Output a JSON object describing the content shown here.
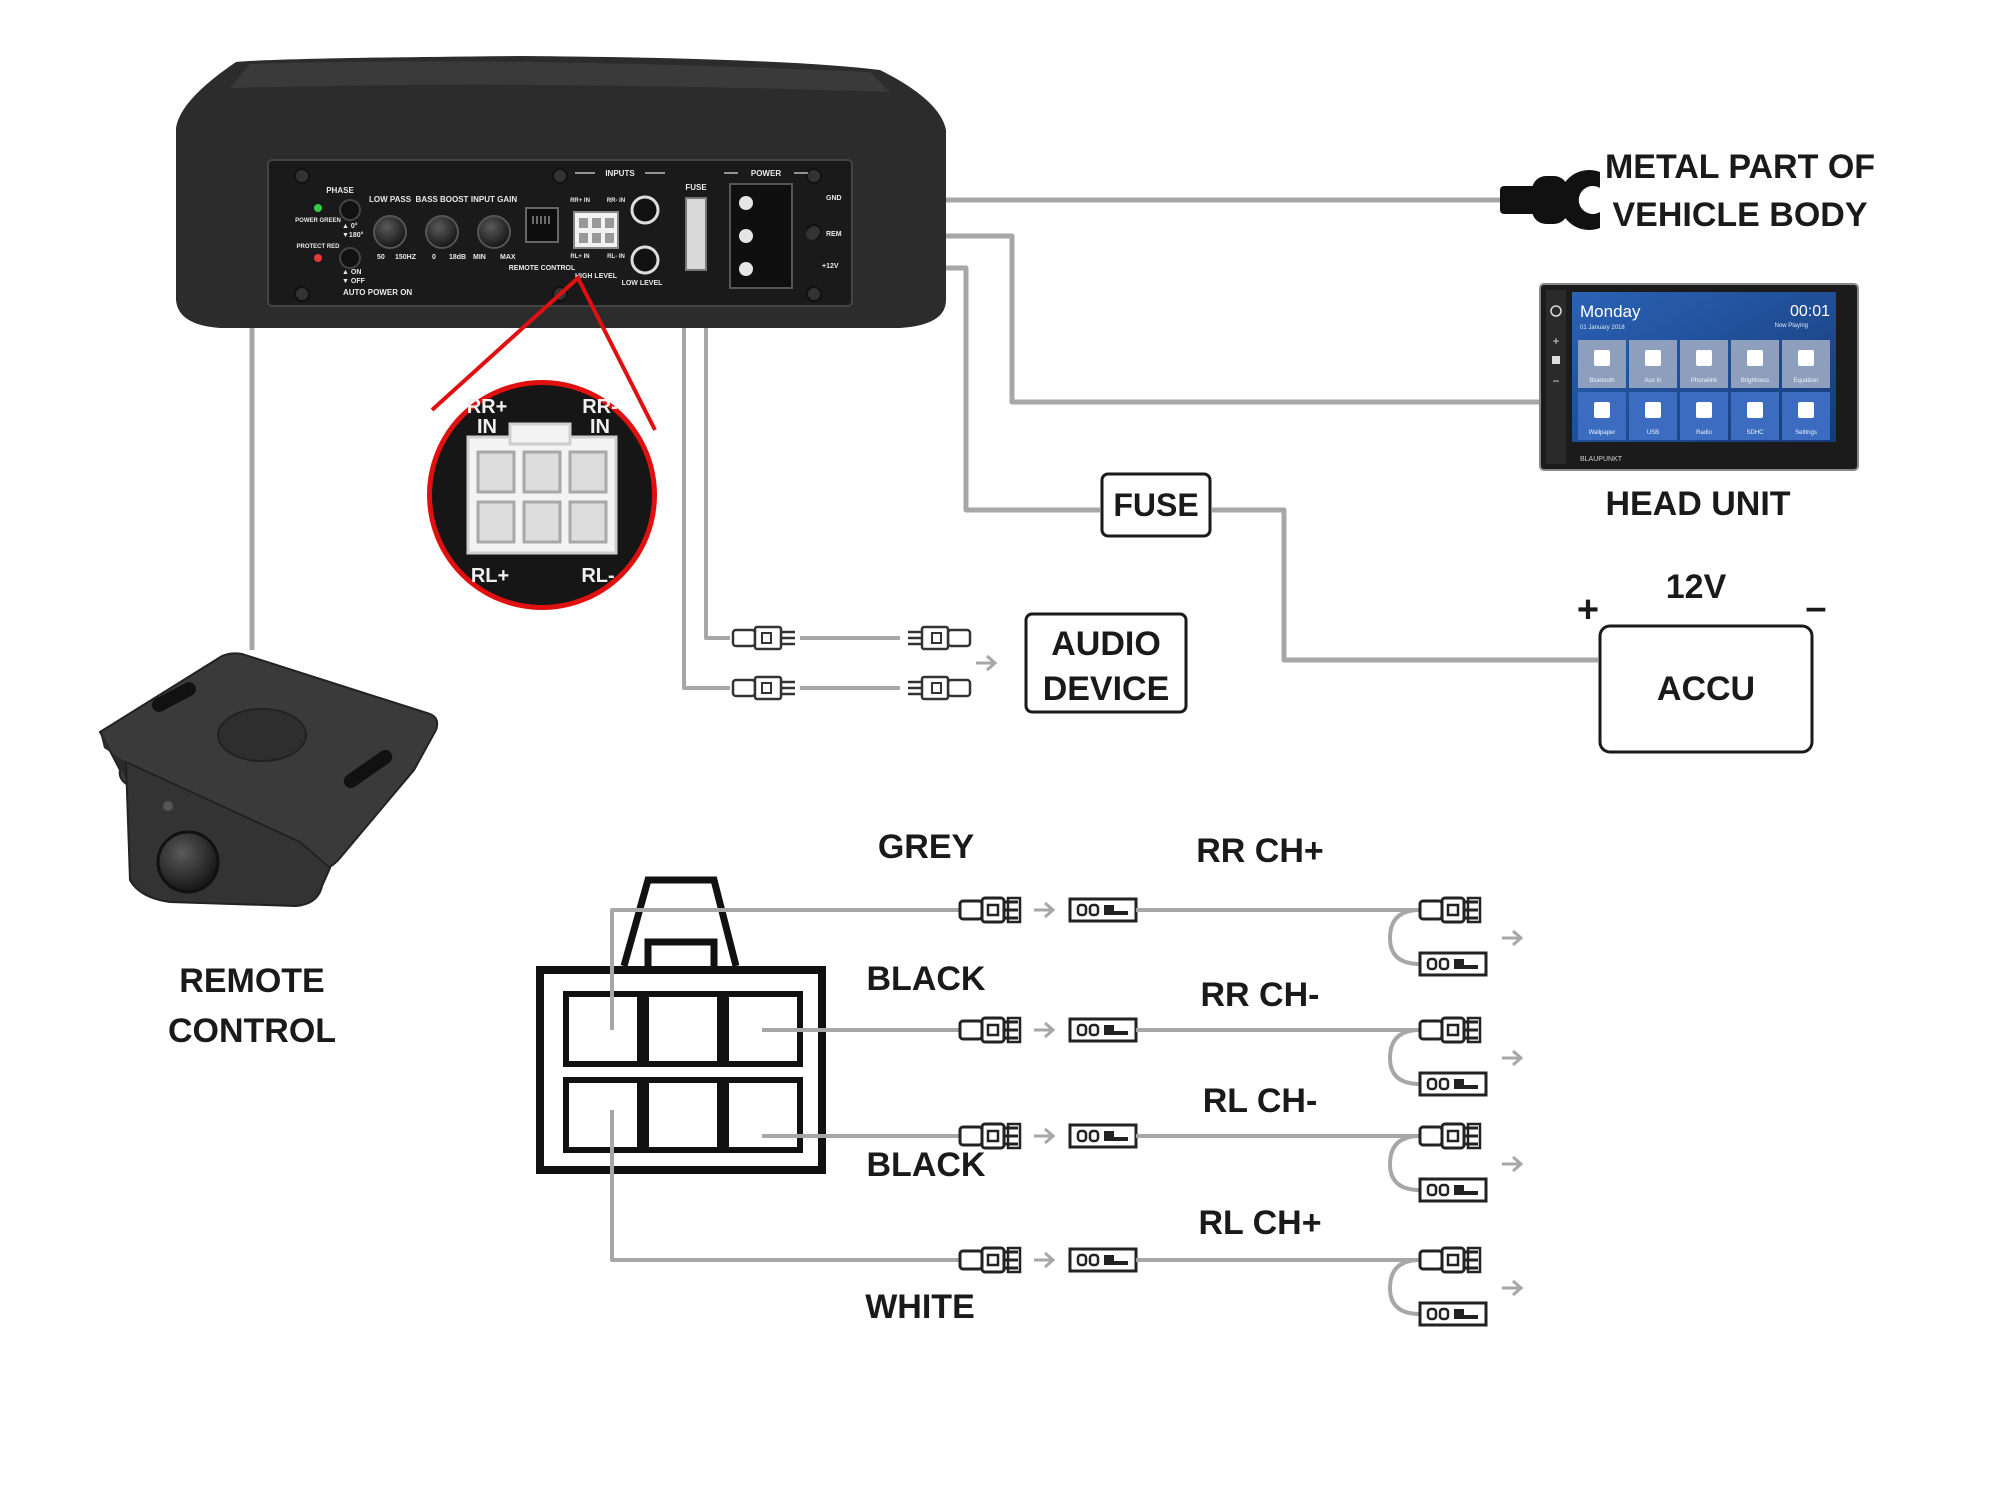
{
  "labels": {
    "ground_line1": "METAL PART OF",
    "ground_line2": "VEHICLE BODY",
    "head_unit": "HEAD UNIT",
    "fuse": "FUSE",
    "battery_voltage": "12V",
    "battery_plus": "+",
    "battery_minus": "–",
    "battery": "ACCU",
    "audio_line1": "AUDIO",
    "audio_line2": "DEVICE",
    "remote_line1": "REMOTE",
    "remote_line2": "CONTROL"
  },
  "amplifier_panel": {
    "phase": "PHASE",
    "power_green": "POWER GREEN",
    "protect_red": "PROTECT RED",
    "phase_0": "▲ 0°",
    "phase_180": "▼180°",
    "on": "▲ ON",
    "off": "▼ OFF",
    "auto_power_on": "AUTO POWER ON",
    "low_pass": "LOW PASS",
    "bass_boost": "BASS BOOST",
    "input_gain": "INPUT GAIN",
    "lp_min": "50",
    "lp_max": "150HZ",
    "bb_min": "0",
    "bb_max": "18dB",
    "ig_min": "MIN",
    "ig_max": "MAX",
    "remote_control": "REMOTE CONTROL",
    "inputs": "INPUTS",
    "rr_plus": "RR+ IN",
    "rr_minus": "RR- IN",
    "rl_plus": "RL+ IN",
    "rl_minus": "RL- IN",
    "high_level": "HIGH LEVEL",
    "low_level": "LOW LEVEL",
    "fuse": "FUSE",
    "power": "POWER",
    "gnd": "GND",
    "rem": "REM",
    "p12v": "+12V"
  },
  "zoom": {
    "rr_plus": "RR+",
    "rr_minus": "RR-",
    "in": "IN",
    "rl_plus": "RL+",
    "rl_minus": "RL-"
  },
  "head_unit_screen": {
    "day": "Monday",
    "date": "01 January 2018",
    "time": "00:01",
    "now_playing": "Now Playing",
    "brand": "BLAUPUNKT",
    "tiles": [
      {
        "label": "Bluetooth",
        "icon": "bluetooth-icon"
      },
      {
        "label": "Aux In",
        "icon": "aux-icon"
      },
      {
        "label": "Phonelink",
        "icon": "phonelink-icon"
      },
      {
        "label": "Brightness",
        "icon": "brightness-icon"
      },
      {
        "label": "Equalizer",
        "icon": "equalizer-icon"
      },
      {
        "label": "Wallpaper",
        "icon": "wallpaper-icon"
      },
      {
        "label": "USB",
        "icon": "usb-icon"
      },
      {
        "label": "Radio",
        "icon": "radio-icon"
      },
      {
        "label": "SDHC",
        "icon": "sd-card-icon"
      },
      {
        "label": "Settings",
        "icon": "settings-icon"
      }
    ]
  },
  "wiring": [
    {
      "color": "GREY",
      "channel": "RR CH+"
    },
    {
      "color": "BLACK",
      "channel": "RR CH-"
    },
    {
      "color": "BLACK",
      "channel": "RL CH-"
    },
    {
      "color": "WHITE",
      "channel": "RL CH+"
    }
  ],
  "colors": {
    "wire": "#a7a7a7",
    "amp_body": "#2c2c2c",
    "panel": "#1a1a1a",
    "zoom_border": "#e01010",
    "led_green": "#2ecc40",
    "led_red": "#e53935",
    "screen_bg": "#1f4d94"
  }
}
